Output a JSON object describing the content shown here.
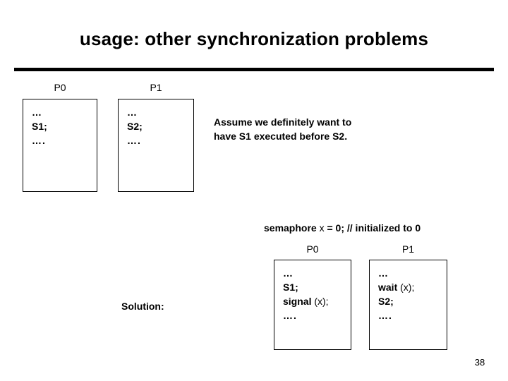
{
  "slide": {
    "title": "usage: other synchronization problems",
    "page_number": "38"
  },
  "upper": {
    "p0_label": "P0",
    "p1_label": "P1",
    "p0_code": {
      "line1": "…",
      "line2": "S1;",
      "line3": "…."
    },
    "p1_code": {
      "line1": "…",
      "line2": "S2;",
      "line3": "…."
    },
    "note_line1": "Assume we definitely want to",
    "note_line2": "have S1 executed before S2."
  },
  "lower": {
    "semaphore_keyword": "semaphore",
    "semaphore_var": "x",
    "semaphore_rest": "= 0; // initialized to 0",
    "solution_label": "Solution:",
    "p0_label": "P0",
    "p1_label": "P1",
    "p0_code": {
      "line1": "…",
      "line2": "S1;",
      "line3_kw": "signal",
      "line3_arg": "(x);",
      "line4": "…."
    },
    "p1_code": {
      "line1": "…",
      "line2_kw": "wait",
      "line2_arg": "(x);",
      "line3": "S2;",
      "line4": "…."
    }
  },
  "colors": {
    "background": "#ffffff",
    "foreground": "#000000",
    "rule": "#000000"
  }
}
